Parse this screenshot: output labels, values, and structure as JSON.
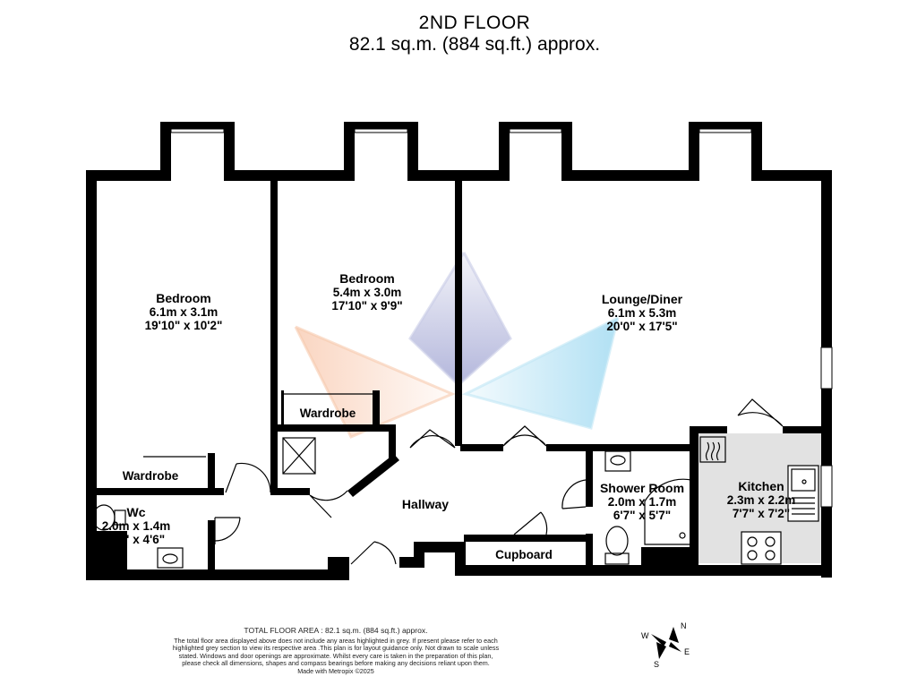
{
  "header": {
    "floor": "2ND FLOOR",
    "area": "82.1 sq.m. (884 sq.ft.) approx."
  },
  "rooms": [
    {
      "id": "bedroom-1",
      "name": "Bedroom",
      "metric": "6.1m  x 3.1m",
      "imperial": "19'10\"  x 10'2\""
    },
    {
      "id": "bedroom-2",
      "name": "Bedroom",
      "metric": "5.4m  x 3.0m",
      "imperial": "17'10\"  x 9'9\""
    },
    {
      "id": "lounge",
      "name": "Lounge/Diner",
      "metric": "6.1m  x 5.3m",
      "imperial": "20'0\"  x 17'5\""
    },
    {
      "id": "wc",
      "name": "Wc",
      "metric": "2.0m  x 1.4m",
      "imperial": "6'6\"  x 4'6\""
    },
    {
      "id": "shower",
      "name": "Shower Room",
      "metric": "2.0m  x 1.7m",
      "imperial": "6'7\"  x 5'7\""
    },
    {
      "id": "kitchen",
      "name": "Kitchen",
      "metric": "2.3m  x 2.2m",
      "imperial": "7'7\"  x 7'2\""
    }
  ],
  "labels": {
    "wardrobe_1": "Wardrobe",
    "wardrobe_2": "Wardrobe",
    "hallway": "Hallway",
    "cupboard": "Cupboard"
  },
  "footer": {
    "total": "TOTAL FLOOR AREA : 82.1 sq.m. (884 sq.ft.) approx.",
    "disclaimer": "The total floor area displayed above does not include any areas highlighted in grey. If present please refer to each highlighted grey section to view its respective area .This plan is for layout guidance only. Not drawn to scale unless stated. Windows and door openings are approximate. Whilst every care is taken in the preparation of this plan, please check all dimensions, shapes and compass bearings before making any decisions reliant upon them.",
    "credit": "Made with Metropix ©2025"
  },
  "compass": {
    "n": "N",
    "e": "E",
    "s": "S",
    "w": "W"
  },
  "colors": {
    "wall": "#000000",
    "grey_area": "#e2e2e2",
    "logo_orange": "#f29a6c",
    "logo_blue": "#7fc8e8",
    "logo_purple": "#8a8fc8"
  }
}
